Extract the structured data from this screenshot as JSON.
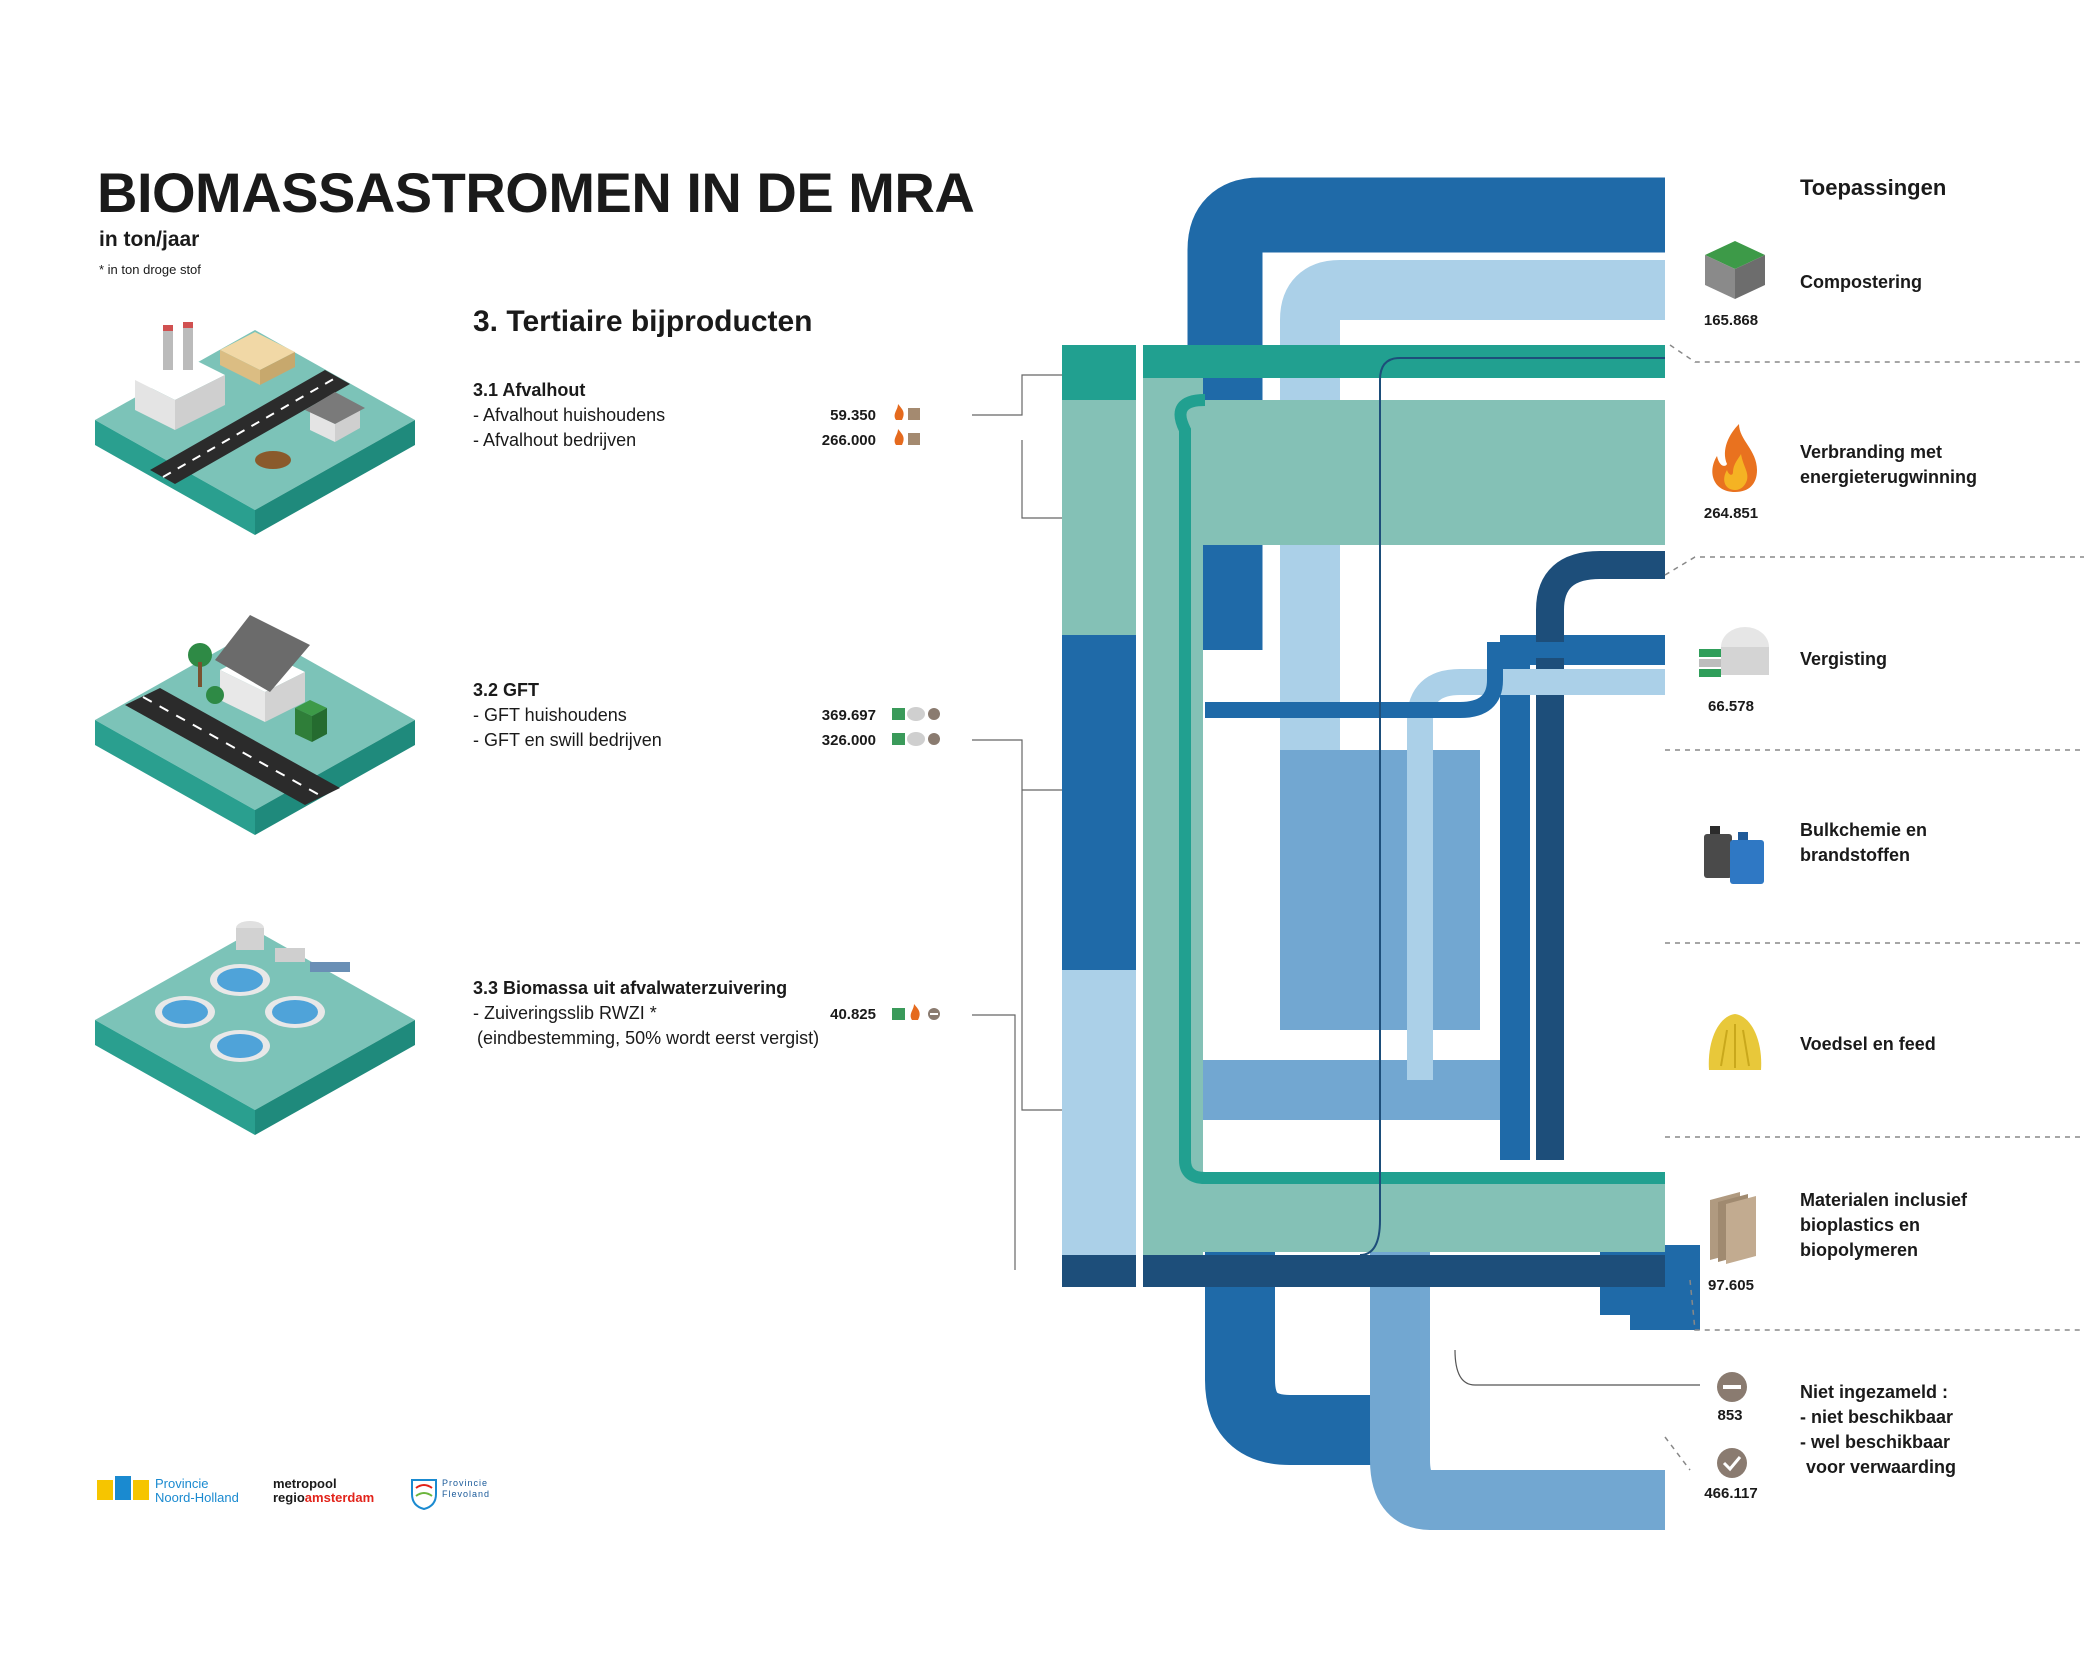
{
  "header": {
    "title": "BIOMASSASTROMEN IN DE MRA",
    "subtitle": "in ton/jaar",
    "note": "* in ton droge stof"
  },
  "section": {
    "title": "3. Tertiaire bijproducten",
    "groups": [
      {
        "title": "3.1 Afvalhout",
        "items": [
          {
            "label": "- Afvalhout huishoudens",
            "value": "59.350",
            "icons": [
              "fire-icon",
              "material-stack-icon"
            ]
          },
          {
            "label": "- Afvalhout bedrijven",
            "value": "266.000",
            "icons": [
              "fire-icon",
              "material-stack-icon"
            ]
          }
        ]
      },
      {
        "title": "3.2 GFT",
        "items": [
          {
            "label": "- GFT huishoudens",
            "value": "369.697",
            "icons": [
              "compost-bin-icon",
              "digester-icon",
              "check-icon"
            ]
          },
          {
            "label": "- GFT en swill bedrijven",
            "value": "326.000",
            "icons": [
              "compost-bin-icon",
              "digester-icon",
              "check-icon"
            ]
          }
        ]
      },
      {
        "title": "3.3 Biomassa uit afvalwaterzuivering",
        "items": [
          {
            "label": "- Zuiveringsslib RWZI *",
            "value": "40.825",
            "icons": [
              "compost-bin-icon",
              "fire-icon",
              "minus-icon"
            ]
          },
          {
            "label": "(eindbestemming, 50% wordt eerst vergist)",
            "value": ""
          }
        ]
      }
    ]
  },
  "applications": {
    "header": "Toepassingen",
    "items": [
      {
        "label": "Compostering",
        "value": "165.868",
        "icon": "compost-bin-icon"
      },
      {
        "label": "Verbranding met energieterugwinning",
        "value": "264.851",
        "icon": "fire-icon"
      },
      {
        "label": "Vergisting",
        "value": "66.578",
        "icon": "digester-icon"
      },
      {
        "label": "Bulkchemie en brandstoffen",
        "value": "",
        "icon": "jerrycan-icon"
      },
      {
        "label": "Voedsel en feed",
        "value": "",
        "icon": "hay-icon"
      },
      {
        "label": "Materialen inclusief bioplastics en biopolymeren",
        "value": "97.605",
        "icon": "material-stack-icon"
      }
    ],
    "not_collected": {
      "title": "Niet ingezameld :",
      "line1": "- niet beschikbaar",
      "line2": "- wel beschikbaar",
      "line3": "voor verwaarding",
      "value_not_available": "853",
      "value_available": "466.117"
    }
  },
  "logos": {
    "nh_line1": "Provincie",
    "nh_line2": "Noord-Holland",
    "mra_line1": "metropool",
    "mra_line2a": "regio",
    "mra_line2b": "amsterdam",
    "flevo_line1": "Provincie",
    "flevo_line2": "Flevoland"
  },
  "colors": {
    "dark_blue": "#1f6aa8",
    "navy": "#1d4e7a",
    "mid_blue": "#72a7d1",
    "light_blue": "#abd0e8",
    "teal": "#21a090",
    "mint": "#84c1b6",
    "tile_top": "#7cc3b8",
    "tile_side": "#2a9f8f",
    "mra_red": "#e2231a",
    "nh_yellow": "#f6c500",
    "nh_blue": "#1a8ad0"
  }
}
